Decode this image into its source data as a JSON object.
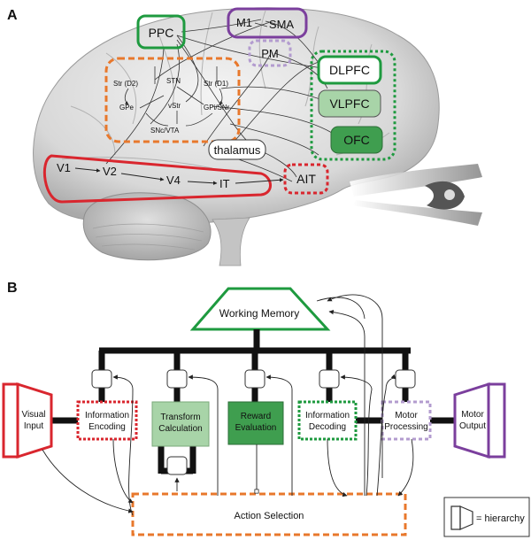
{
  "panel_a": {
    "label": "A",
    "regions": {
      "ppc": "PPC",
      "m1": "M1",
      "sma": "SMA",
      "pm": "PM",
      "dlpfc": "DLPFC",
      "vlpfc": "VLPFC",
      "ofc": "OFC",
      "thalamus": "thalamus",
      "ait": "AIT",
      "v1": "V1",
      "v2": "V2",
      "v4": "V4",
      "it": "IT"
    },
    "basal_ganglia": {
      "str_d2": "Str (D2)",
      "str_d1": "Str (D1)",
      "stn": "STN",
      "gpe": "GPe",
      "gpi_snr": "GPi/SNr",
      "vstr": "vStr",
      "snc_vta": "SNc/VTA"
    }
  },
  "panel_b": {
    "label": "B",
    "working_memory": "Working Memory",
    "visual_input": [
      "Visual",
      "Input"
    ],
    "information_encoding": [
      "Information",
      "Encoding"
    ],
    "transform_calculation": [
      "Transform",
      "Calculation"
    ],
    "reward_evaluation": [
      "Reward",
      "Evaluation"
    ],
    "information_decoding": [
      "Information",
      "Decoding"
    ],
    "motor_processing": [
      "Motor",
      "Processing"
    ],
    "motor_output": [
      "Motor",
      "Output"
    ],
    "action_selection": "Action Selection",
    "legend": "= hierarchy"
  },
  "colors": {
    "red": "#d9262e",
    "green": "#1e9a3f",
    "purple": "#7b3f9d",
    "lavender": "#b39ccf",
    "orange": "#e8782c",
    "light_green": "#a8d4a8",
    "mid_green": "#7cbf84",
    "dark_green": "#3f9e4f"
  }
}
